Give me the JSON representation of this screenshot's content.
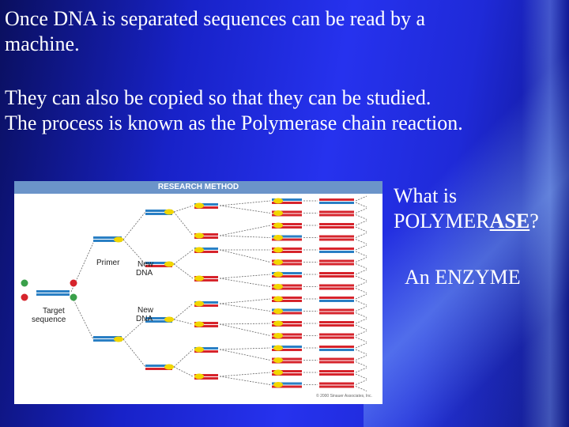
{
  "slide": {
    "line1": "Once DNA is separated sequences can be read by a",
    "line2": "machine.",
    "line3": "They can also be copied so that they can be studied.",
    "line4": "The process is known as the Polymerase chain reaction.",
    "question_prefix": "What is",
    "question_word_a": "POLYMER",
    "question_word_b": "ASE",
    "question_mark": "?",
    "answer": "An ENZYME"
  },
  "figure": {
    "header": "RESEARCH METHOD",
    "label_primer": "Primer",
    "label_new": "New",
    "label_dna": "DNA",
    "label_target": "Target",
    "label_sequence": "sequence",
    "copyright": "© 2000 Sinauer Associates, Inc.",
    "colors": {
      "blue_strand": "#2a7fc4",
      "red_strand": "#d6242c",
      "primer": "#f2d600",
      "header": "#6b94c9"
    }
  }
}
